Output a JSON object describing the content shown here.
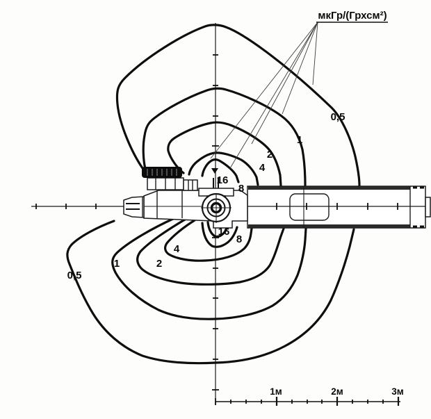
{
  "diagram": {
    "type": "isodose-contour-map-around-xray-unit",
    "unit_label": "мкГр/(Грхсм²)",
    "contour_levels": [
      0.5,
      1,
      2,
      4,
      8,
      16
    ]
  },
  "labels": {
    "upper_right_05": "0,5",
    "upper_right_1": "1",
    "upper_right_2": "2",
    "upper_right_4": "4",
    "upper_center_16": "16",
    "upper_center_8": "8",
    "lower_center_16": "16",
    "lower_center_8": "8",
    "lower_left_4": "4",
    "lower_left_2": "2",
    "lower_left_1": "1",
    "lower_left_05": "0,5"
  },
  "scale": {
    "m1": "1м",
    "m2": "2м",
    "m3": "3м"
  }
}
